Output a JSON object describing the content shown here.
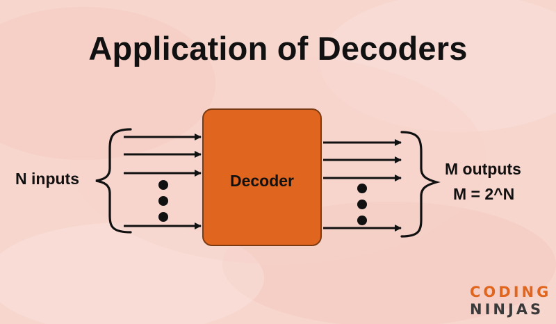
{
  "title": "Application of Decoders",
  "diagram": {
    "inputs_label": "N inputs",
    "decoder_label": "Decoder",
    "outputs_label": "M outputs",
    "outputs_formula": "M = 2^N"
  },
  "logo": {
    "line1": "CODING",
    "line2": "NINJAS"
  },
  "colors": {
    "background": "#f7d6ce",
    "decoder_fill": "#e0661f",
    "text": "#111111"
  }
}
